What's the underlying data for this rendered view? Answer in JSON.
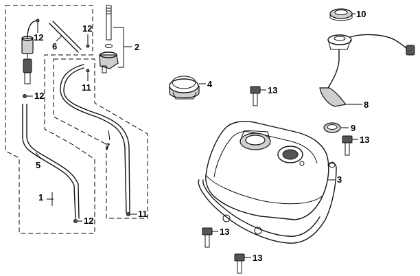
{
  "diagram": {
    "callouts": {
      "c1": "1",
      "c2": "2",
      "c3": "3",
      "c4": "4",
      "c5": "5",
      "c6": "6",
      "c7": "7",
      "c8": "8",
      "c9": "9",
      "c10": "10",
      "c11a": "11",
      "c11b": "11",
      "c12a": "12",
      "c12b": "12",
      "c12c": "12",
      "c12d": "12",
      "c13a": "13",
      "c13b": "13",
      "c13c": "13",
      "c13d": "13"
    },
    "colors": {
      "line": "#111111",
      "shade": "#cfcfcf",
      "background": "#ffffff"
    }
  }
}
